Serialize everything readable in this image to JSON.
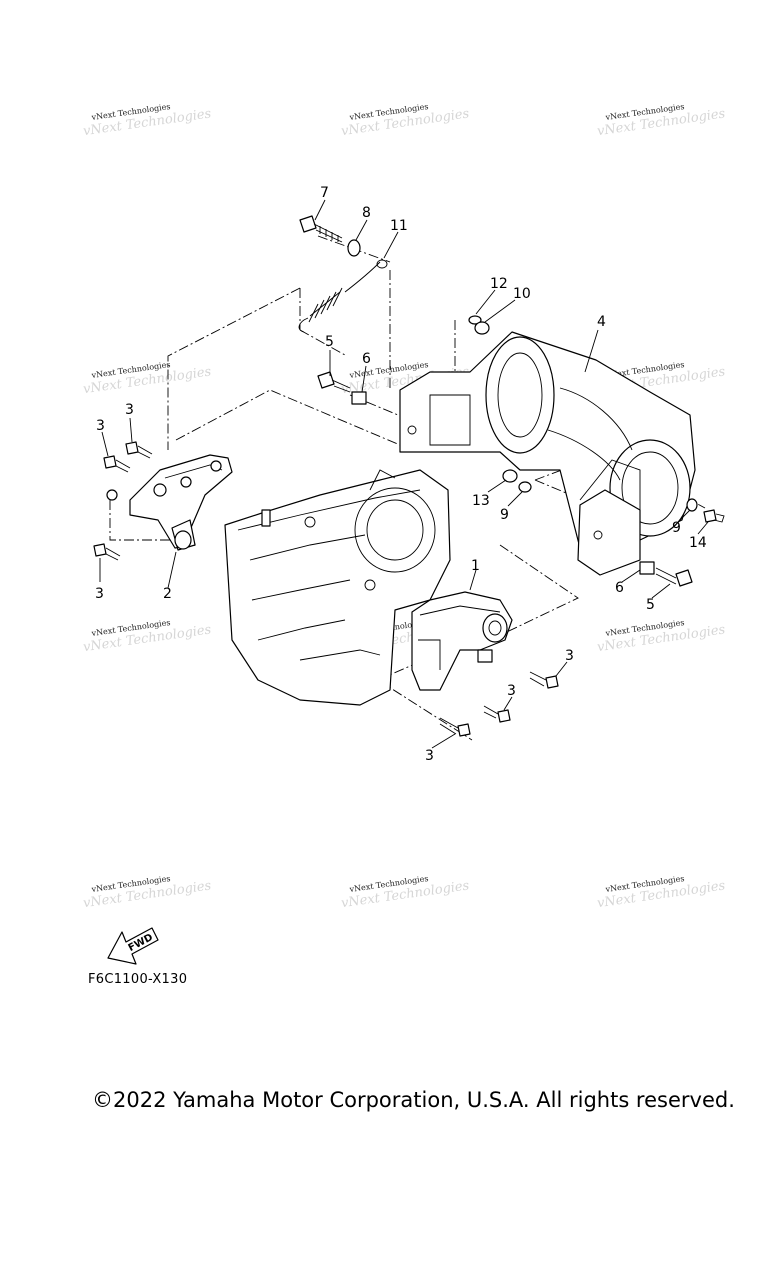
{
  "watermark": "vNext Technologies",
  "callouts": {
    "c1": "1",
    "c2": "2",
    "c3a": "3",
    "c3b": "3",
    "c3c": "3",
    "c3d": "3",
    "c3e": "3",
    "c3f": "3",
    "c4": "4",
    "c5a": "5",
    "c5b": "5",
    "c6a": "6",
    "c6b": "6",
    "c7": "7",
    "c8": "8",
    "c9a": "9",
    "c9b": "9",
    "c10": "10",
    "c11": "11",
    "c12": "12",
    "c13": "13",
    "c14": "14"
  },
  "fwd_label": "FWD",
  "diagram_code": "F6C1100-X130",
  "copyright": "©2022 Yamaha Motor Corporation, U.S.A. All rights reserved."
}
